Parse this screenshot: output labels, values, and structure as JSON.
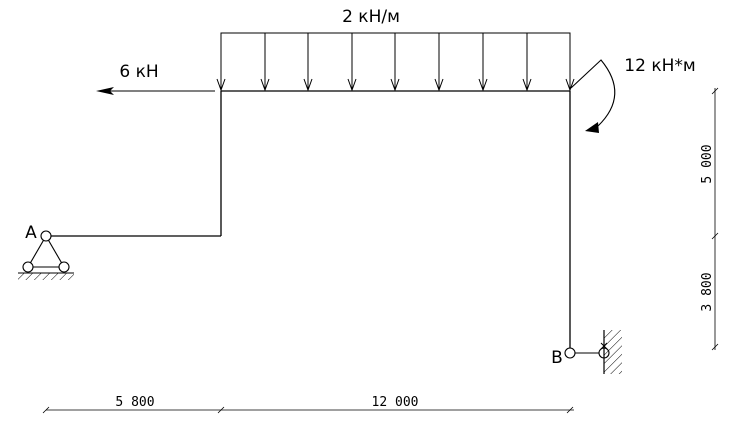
{
  "loads": {
    "distributed_label": "2 кН/м",
    "horizontal_force_label": "6 кН",
    "moment_label": "12 кН*м"
  },
  "supports": {
    "left_label": "A",
    "right_label": "B"
  },
  "dimensions": {
    "bottom_left": "5 800",
    "bottom_right": "12 000",
    "right_upper": "5 000",
    "right_lower": "3 800"
  }
}
